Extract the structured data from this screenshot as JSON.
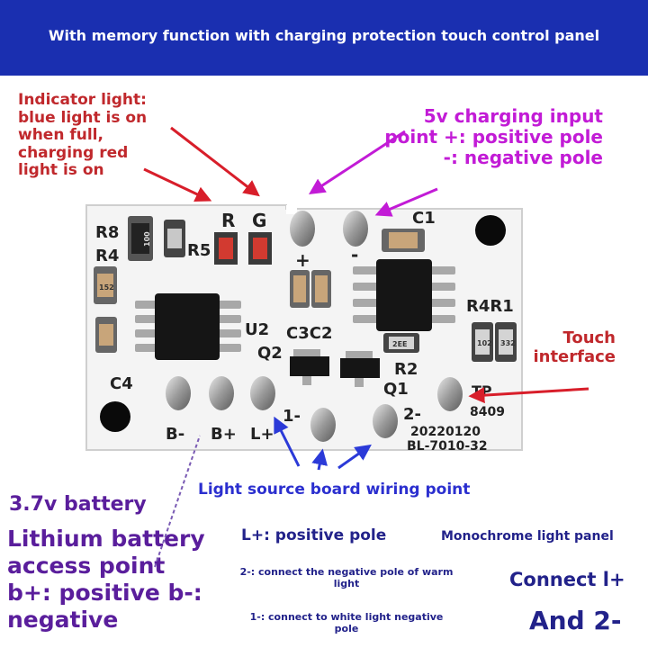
{
  "banner": {
    "title": "With memory function with charging protection touch control panel",
    "bg_color": "#1a2fb0"
  },
  "callouts": {
    "indicator": [
      "Indicator light:",
      "blue light is on",
      "when full,",
      "charging red",
      "light is on"
    ],
    "charging_input": [
      "5v charging input",
      "point +: positive pole",
      "-: negative pole"
    ],
    "touch": [
      "Touch",
      "interface"
    ],
    "light_source": "Light source board wiring point",
    "battery_voltage": "3.7v battery",
    "battery": [
      "Lithium battery",
      "access point",
      "b+: positive b-:",
      "negative"
    ],
    "l_plus": "L+: positive pole",
    "mono": "Monochrome light panel",
    "two_minus": [
      "2-: connect the negative pole of warm",
      "light"
    ],
    "one_minus": [
      "1-: connect to white light negative",
      "pole"
    ],
    "connect_l": "Connect l+",
    "and_two": "And 2-"
  },
  "board": {
    "labels": {
      "r8": "R8",
      "r4_left": "R4",
      "r": "R",
      "g": "G",
      "r5": "R5",
      "plus": "+",
      "minus": "-",
      "c1": "C1",
      "u2": "U2",
      "q2": "Q2",
      "c3c2": "C3C2",
      "r4r1": "R4R1",
      "c4": "C4",
      "r2": "R2",
      "q1": "Q1",
      "tp": "TP",
      "code": "8409",
      "date": "20220120",
      "model": "BL-7010-32",
      "b_minus": "B-",
      "b_plus": "B+",
      "l_plus": "L+",
      "one": "1-",
      "two": "2-",
      "chip_r8": "100",
      "chip_c": "152",
      "chip_q": "102",
      "chip_q2": "332",
      "chip_u": "2EE"
    }
  }
}
